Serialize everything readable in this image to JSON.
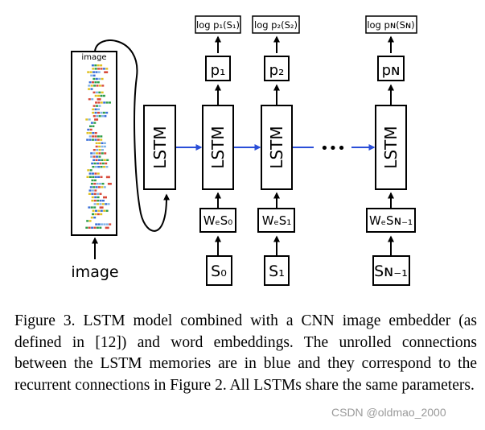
{
  "diagram": {
    "image_box_label": "image",
    "input_label": "image",
    "lstm_label": "LSTM",
    "ellipsis": "•••",
    "columns": [
      {
        "logp": "log p₁(S₁)",
        "p": "p₁",
        "embed": "WₑS₀",
        "word": "S₀"
      },
      {
        "logp": "log p₂(S₂)",
        "p": "p₂",
        "embed": "WₑS₁",
        "word": "S₁"
      },
      {
        "logp": "log pɴ(Sɴ)",
        "p": "pɴ",
        "embed": "WₑSɴ₋₁",
        "word": "Sɴ₋₁"
      }
    ],
    "colors": {
      "recurrent_arrow": "#2a4ed8",
      "ink": "#000000"
    }
  },
  "caption": "Figure 3.  LSTM model combined with a CNN image embedder (as defined in [12]) and word embeddings. The unrolled connections between the LSTM memories are in blue and they correspond to the recurrent connections in Figure 2. All LSTMs share the same parameters.",
  "watermark": "CSDN @oldmao_2000"
}
